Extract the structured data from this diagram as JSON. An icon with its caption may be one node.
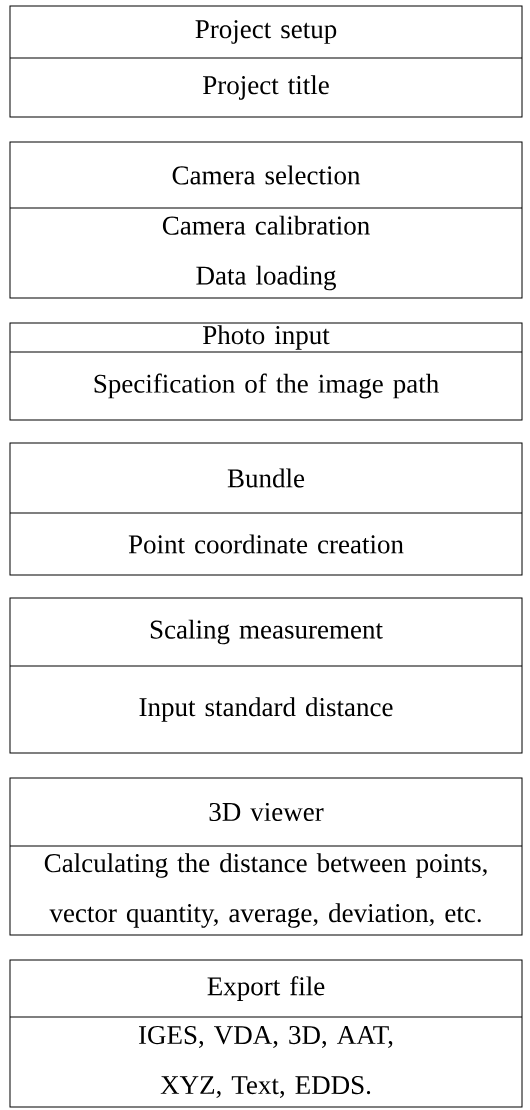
{
  "diagram": {
    "nodes": [
      {
        "text": [
          "Project setup",
          "Project title"
        ]
      },
      {
        "text": [
          "Camera selection",
          "Camera calibration Data loading"
        ]
      },
      {
        "text": [
          "Photo input",
          "Specification of the image path"
        ]
      },
      {
        "text": [
          "Bundle",
          "Point coordinate creation"
        ]
      },
      {
        "text": [
          "Scaling measurement",
          "Input standard distance"
        ]
      },
      {
        "text": [
          "3D viewer",
          "Calculating the distance between points, vector quantity, average, deviation, etc."
        ]
      },
      {
        "text": [
          "Export file",
          "IGES, VDA, 3D, AAT, XYZ, Text, EDDS."
        ]
      }
    ]
  }
}
